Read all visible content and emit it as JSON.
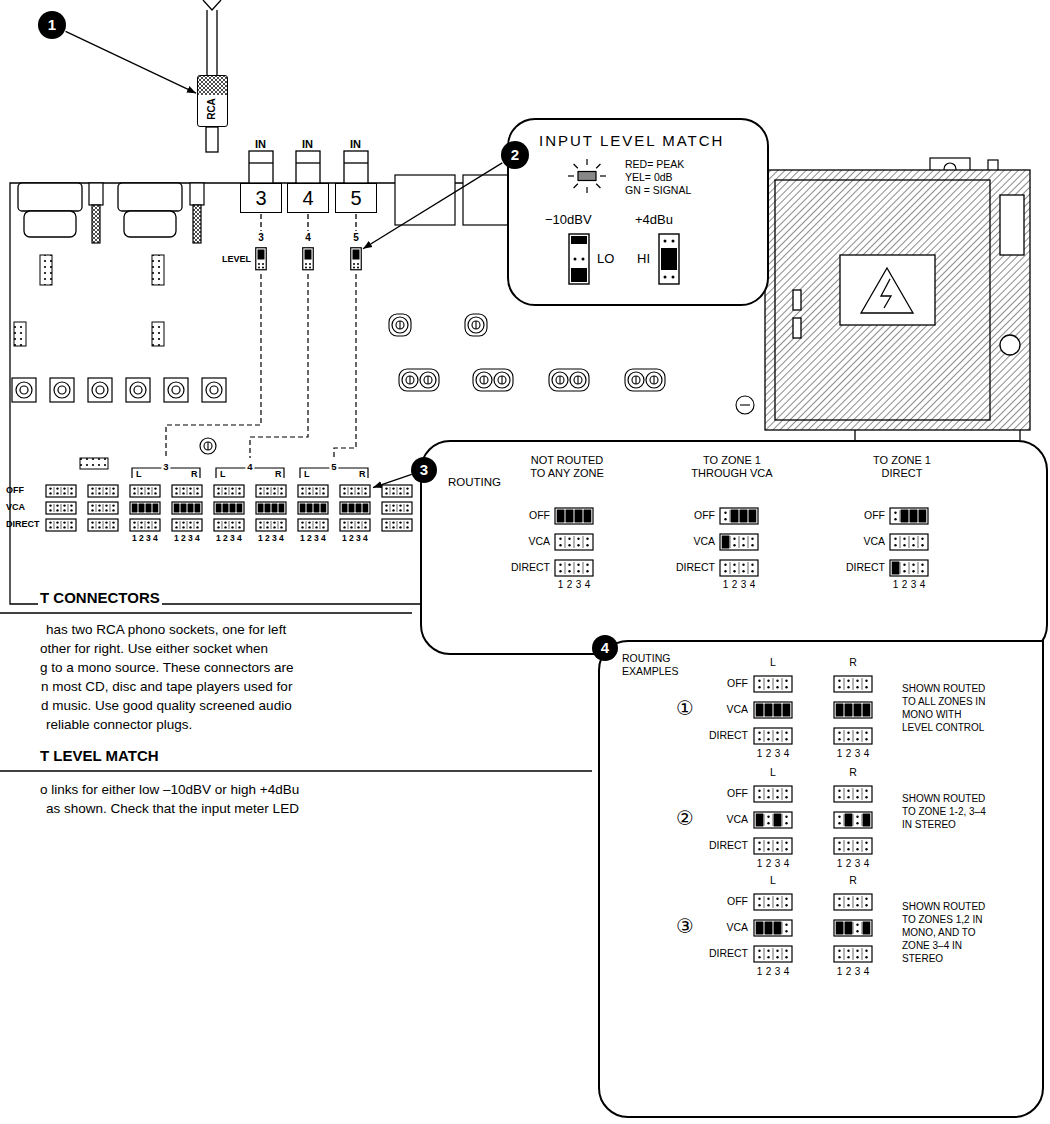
{
  "diagram": {
    "nodes": [
      {
        "text": [
          "1"
        ]
      },
      {
        "text": [
          "RCA"
        ]
      },
      {
        "text": [
          "IN",
          "3"
        ]
      },
      {
        "text": [
          "IN",
          "4"
        ]
      },
      {
        "text": [
          "IN",
          "5"
        ]
      },
      {
        "text": [
          "3"
        ]
      },
      {
        "text": [
          "4"
        ]
      },
      {
        "text": [
          "5"
        ]
      },
      {
        "text": [
          "2"
        ]
      },
      {
        "text": [
          "INPUT LEVEL MATCH",
          "RED= PEAK",
          "YEL= 0dB",
          "GN = SIGNAL",
          "−10dBV",
          "+4dBu",
          "LO",
          "HI"
        ]
      },
      {
        "text": [
          "3"
        ]
      },
      {
        "text": [
          "ROUTING",
          "NOT ROUTED TO ANY ZONE",
          "TO ZONE 1 THROUGH VCA",
          "TO ZONE 1 DIRECT",
          "OFF",
          "VCA",
          "DIRECT",
          "1234",
          "OFF",
          "VCA",
          "DIRECT",
          "1234",
          "OFF",
          "VCA",
          "DIRECT",
          "1234"
        ]
      },
      {
        "text": [
          "4"
        ]
      },
      {
        "text": [
          "ROUTING EXAMPLES",
          "①",
          "L",
          "R",
          "OFF",
          "VCA",
          "DIRECT",
          "1234",
          "1234",
          "SHOWN ROUTED TO ALL ZONES IN MONO WITH LEVEL CONTROL",
          "②",
          "L",
          "R",
          "OFF",
          "VCA",
          "DIRECT",
          "1234",
          "1234",
          "SHOWN ROUTED TO ZONE 1-2, 3–4 IN STEREO",
          "③",
          "L",
          "R",
          "OFF",
          "VCA",
          "DIRECT",
          "1234",
          "1234",
          "SHOWN ROUTED TO ZONES 1,2 IN MONO, AND TO ZONE 3–4 IN STEREO"
        ]
      }
    ],
    "edges": [
      {
        "from": 0,
        "to": 1,
        "arrow": "to"
      },
      {
        "from": 2,
        "to": 5,
        "arrow": "none"
      },
      {
        "from": 3,
        "to": 6,
        "arrow": "none"
      },
      {
        "from": 4,
        "to": 7,
        "arrow": "none"
      },
      {
        "from": 8,
        "to": 7,
        "arrow": "to"
      }
    ],
    "labels": [
      "LEVEL",
      "3",
      "L",
      "R",
      "4",
      "L",
      "R",
      "5",
      "L",
      "R",
      "OFF",
      "VCA",
      "DIRECT",
      "1234",
      "1234",
      "1234",
      "1234",
      "1234",
      "1234",
      "T CONNECTORS",
      "has two RCA phono sockets, one for left",
      "other for right. Use either socket when",
      "g to a mono source. These connectors are",
      "n most CD, disc and tape players used for",
      "d music. Use good quality screened audio",
      "reliable connector plugs.",
      "T LEVEL MATCH",
      "o links for either low –10dBV or high +4dBu",
      "as shown. Check that the input meter LED"
    ]
  }
}
